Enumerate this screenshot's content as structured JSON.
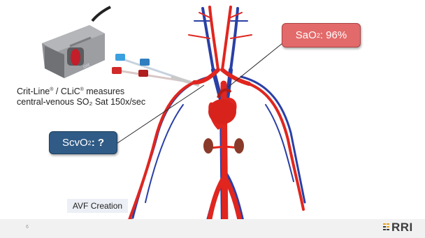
{
  "slide": {
    "caption_line1_a": "Crit-Line",
    "caption_reg1": "®",
    "caption_line1_b": " / CLiC",
    "caption_reg2": "®",
    "caption_line1_c": " measures",
    "caption_line2": "central-venous SO₂ Sat 150x/sec",
    "sao2_prefix": "SaO",
    "sao2_sub": "2",
    "sao2_value": ": 96%",
    "scvo2_prefix": "ScvO",
    "scvo2_sub": "2",
    "scvo2_value": ": ?",
    "avf_label": "AVF Creation",
    "page_number": "6",
    "logo_text": "RRI"
  },
  "colors": {
    "artery": "#e0261f",
    "vein": "#2a3fa6",
    "sao2_box": "#e36a6a",
    "scvo2_box": "#2f5b86",
    "logo_accent": "#e8a21c"
  },
  "icons": [
    "crit-line-sensor-icon",
    "blood-line-tubing-icon",
    "circulatory-system-illustration",
    "heart-icon",
    "kidney-icon",
    "rri-logo-icon"
  ]
}
